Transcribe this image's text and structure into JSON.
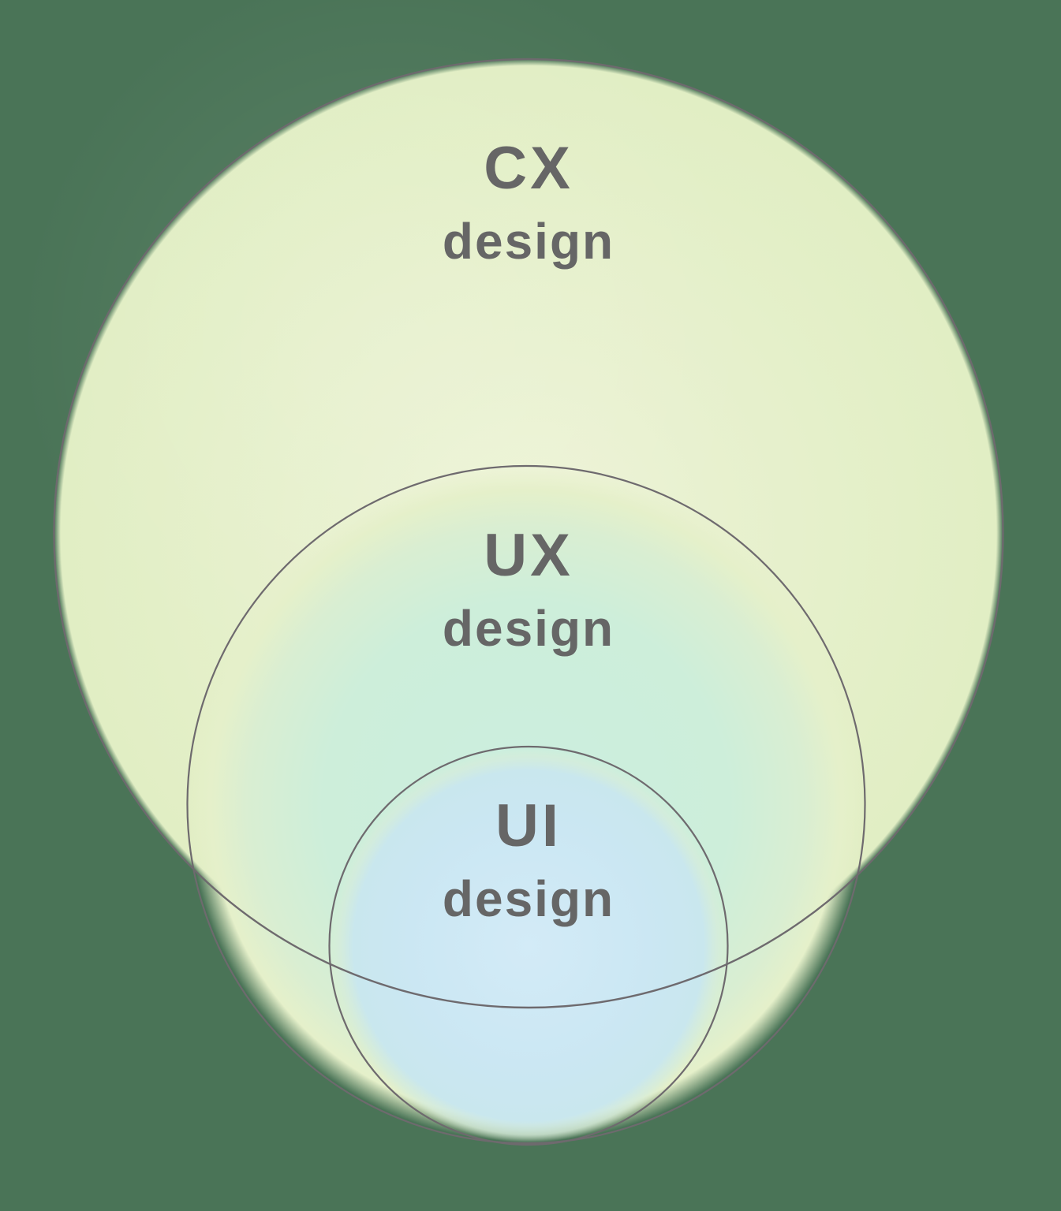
{
  "diagram": {
    "type": "nested-venn",
    "description_rings_outer_to_inner": [
      "CX design",
      "UX design",
      "UI design"
    ]
  },
  "rings": [
    {
      "acronym": "CX",
      "label": "design",
      "fill": "#e3efc7"
    },
    {
      "acronym": "UX",
      "label": "design",
      "fill": "#cdeeda"
    },
    {
      "acronym": "UI",
      "label": "design",
      "fill": "#cbe7f3"
    }
  ],
  "colors": {
    "background": "#4a7457",
    "outline": "#6e6a6e",
    "text": "#666666",
    "cx_fill": "#e3efc7",
    "ux_fill": "#cdeeda",
    "ui_fill": "#cbe7f3",
    "ux_edge_fringe": "#e5f0ca",
    "ui_edge_fringe": "#d5ecdc"
  }
}
